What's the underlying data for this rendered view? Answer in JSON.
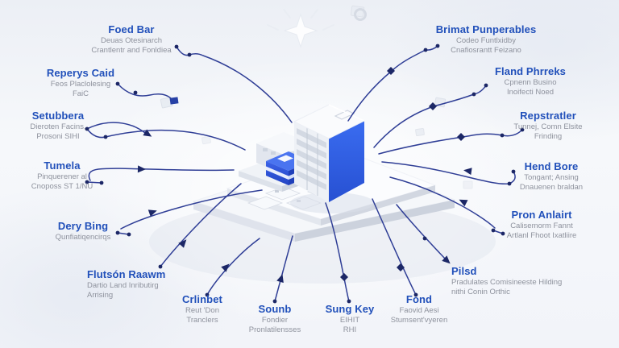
{
  "colors": {
    "title_blue": "#2150ba",
    "subtitle_gray": "#8e929d",
    "connector_navy": "#2f3e96",
    "building_blue": "#2f63e8",
    "platform_gray": "#dde2ea"
  },
  "center": {
    "illustration": "isometric-buildings-on-platform",
    "decor": [
      "sparkle-icon",
      "ring-icon",
      "floating-cube-icon"
    ]
  },
  "labels": [
    {
      "id": "foed-bar",
      "title": "Foed Bar",
      "sub1": "Deuas Otesinarch",
      "sub2": "Crantlentr and Fonldiea"
    },
    {
      "id": "reperys-caid",
      "title": "Reperys Caid",
      "sub1": "Feos Placlolesing",
      "sub2": "FaiC"
    },
    {
      "id": "setubbera",
      "title": "Setubbera",
      "sub1": "Dieroten Facins,",
      "sub2": "Prosoni SIHI"
    },
    {
      "id": "tumela",
      "title": "Tumela",
      "sub1": "Pinquerener al",
      "sub2": "Cnoposs ST 1/NU"
    },
    {
      "id": "dery-bing",
      "title": "Dery Bing",
      "sub1": "Qunfiatiqencirqs",
      "sub2": ""
    },
    {
      "id": "fluton-raawm",
      "title": "Flutsón Raawm",
      "sub1": "Dartio Land Inributirg",
      "sub2": "Arrising"
    },
    {
      "id": "crlinbet",
      "title": "Crlinbet",
      "sub1": "Reut 'Don",
      "sub2": "Tranclers"
    },
    {
      "id": "sounb",
      "title": "Sounb",
      "sub1": "Fondier",
      "sub2": "Pronlatilensses"
    },
    {
      "id": "sung-key",
      "title": "Sung Key",
      "sub1": "EIHIT",
      "sub2": "RHI"
    },
    {
      "id": "fond",
      "title": "Fond",
      "sub1": "Faovid Aesi",
      "sub2": "Stumsent'vyeren"
    },
    {
      "id": "pilsd",
      "title": "Pilsd",
      "sub1": "Pradulates Comisineeste Hilding",
      "sub2": "nithi Conin Orthic"
    },
    {
      "id": "pron-anlairt",
      "title": "Pron Anlairt",
      "sub1": "Calisemorm Fannt",
      "sub2": "Artlanl Fhoot Ixatliire"
    },
    {
      "id": "hend-bore",
      "title": "Hend Bore",
      "sub1": "Tongant; Ansing",
      "sub2": "Dnauenen braldan"
    },
    {
      "id": "repstratler",
      "title": "Repstratler",
      "sub1": "Tunnej, Comn Elsite",
      "sub2": "Frinding"
    },
    {
      "id": "fland-phrreks",
      "title": "Fland Phrreks",
      "sub1": "Cpnenn Busino",
      "sub2": "Inoifecti Noed"
    },
    {
      "id": "brimat-punperables",
      "title": "Brimat Punperables",
      "sub1": "Codeo Funtlxidby",
      "sub2": "Cnafiosrantt Feizano"
    }
  ]
}
